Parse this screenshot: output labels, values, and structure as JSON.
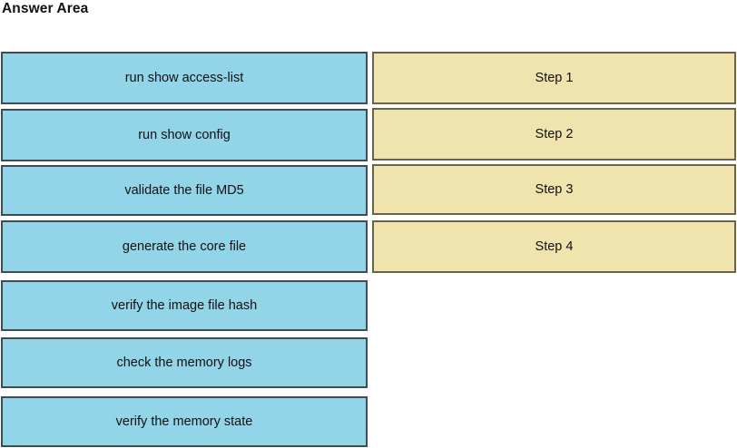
{
  "page": {
    "title": "Answer Area",
    "background_color": "#FFFFFF"
  },
  "colors": {
    "option_fill": "#92D4E8",
    "option_border": "#3E4C55",
    "step_fill": "#EFE3AE",
    "step_border": "#6B6348",
    "text": "#111111"
  },
  "options_column": {
    "name": "draggable-options",
    "items": [
      {
        "label": "run show access-list"
      },
      {
        "label": "run show config"
      },
      {
        "label": "validate the file MD5"
      },
      {
        "label": "generate the core file"
      },
      {
        "label": "verify the image file hash"
      },
      {
        "label": "check the memory logs"
      },
      {
        "label": "verify the memory state"
      }
    ]
  },
  "steps_column": {
    "name": "drop-target-steps",
    "items": [
      {
        "label": "Step 1"
      },
      {
        "label": "Step 2"
      },
      {
        "label": "Step 3"
      },
      {
        "label": "Step 4"
      }
    ]
  }
}
